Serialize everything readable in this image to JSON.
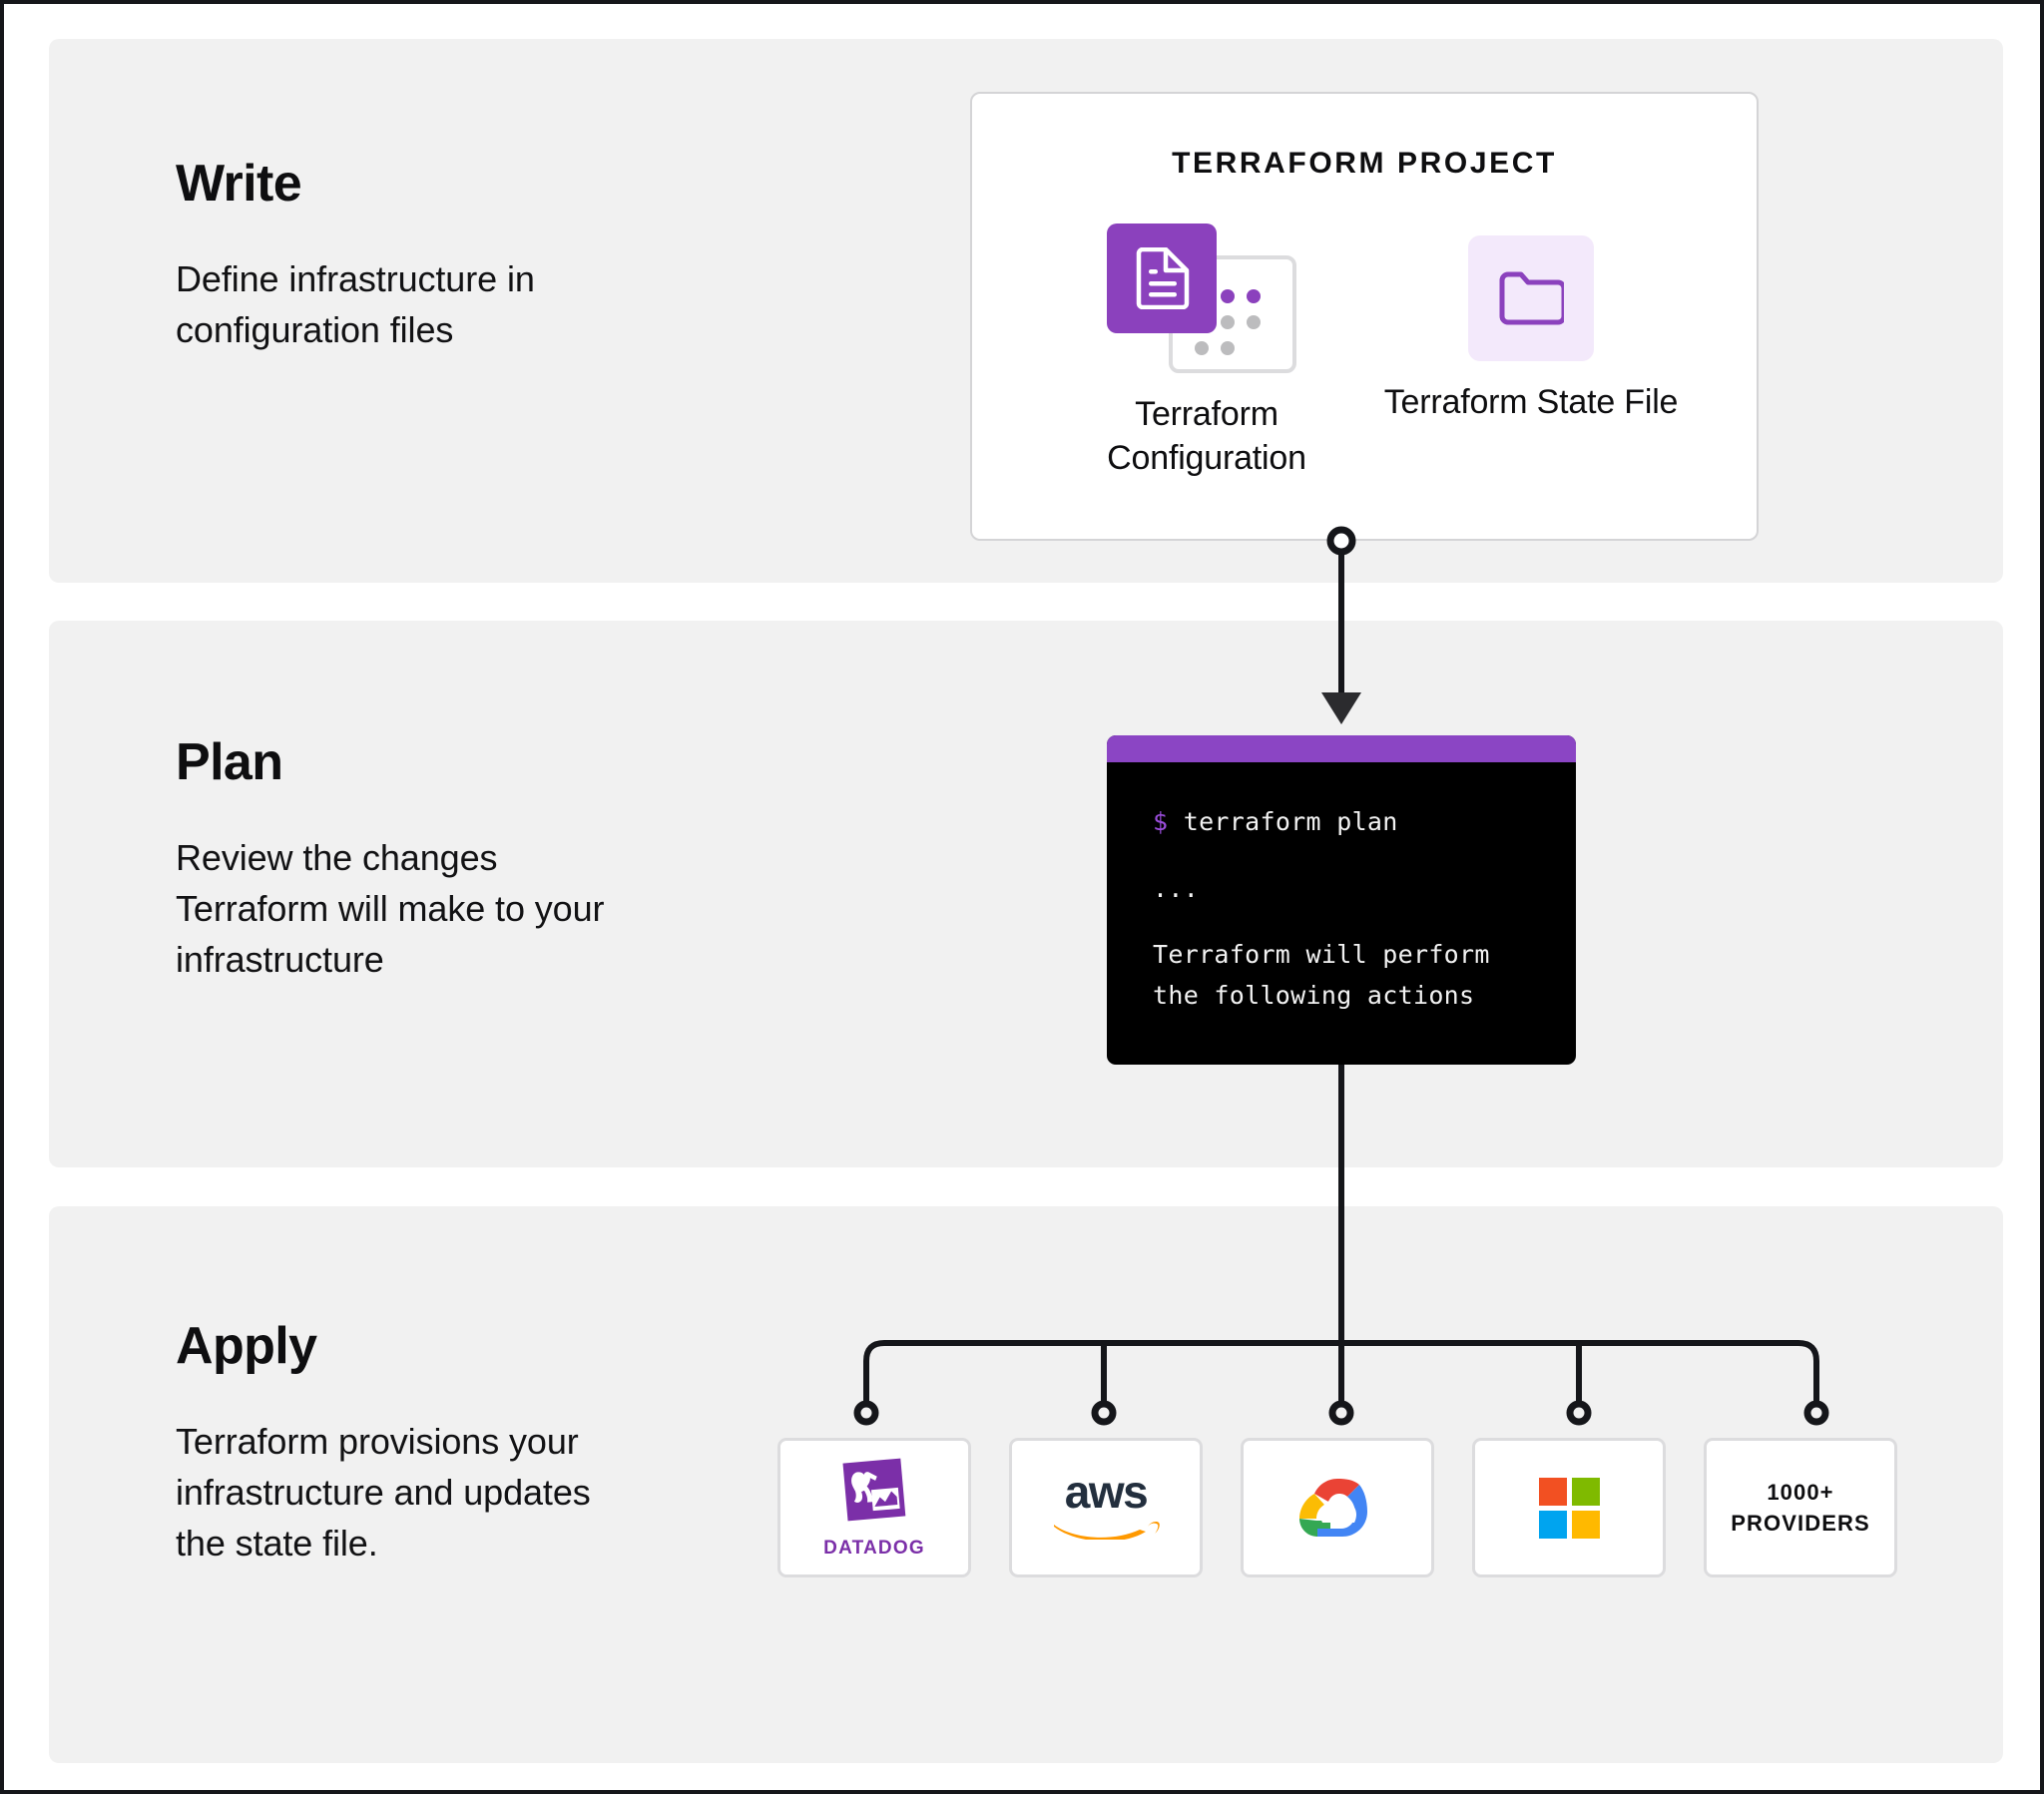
{
  "sections": [
    {
      "id": "write",
      "title": "Write",
      "body": "Define infrastructure in configuration files"
    },
    {
      "id": "plan",
      "title": "Plan",
      "body": "Review the changes Terraform will make to your infrastructure"
    },
    {
      "id": "apply",
      "title": "Apply",
      "body": "Terraform provisions your infrastructure and updates the state file."
    }
  ],
  "project_card": {
    "heading": "TERRAFORM PROJECT",
    "assets": [
      {
        "icon": "document-icon",
        "label": "Terraform Configuration"
      },
      {
        "icon": "folder-icon",
        "label": "Terraform State File"
      }
    ]
  },
  "terminal": {
    "prompt": "$",
    "command": "terraform plan",
    "ellipsis": "...",
    "output_line_1": "Terraform will perform",
    "output_line_2": "the following actions"
  },
  "providers": [
    {
      "name": "Datadog",
      "logo": "datadog-logo",
      "wordmark": "DATADOG"
    },
    {
      "name": "AWS",
      "logo": "aws-logo",
      "wordmark": "aws"
    },
    {
      "name": "Google Cloud",
      "logo": "google-cloud-logo",
      "wordmark": ""
    },
    {
      "name": "Microsoft Azure",
      "logo": "microsoft-logo",
      "wordmark": ""
    },
    {
      "name": "More providers",
      "logo": "",
      "wordmark": "1000+ PROVIDERS",
      "line1": "1000+",
      "line2": "PROVIDERS"
    }
  ],
  "colors": {
    "brand_purple": "#8b41bd",
    "terminal_bar": "#8b45c4",
    "terminal_bg": "#000000",
    "band_bg": "#f1f1f1",
    "state_tile_bg": "#f3e9fb",
    "aws_orange": "#ff9900",
    "aws_dark": "#232f3e"
  }
}
